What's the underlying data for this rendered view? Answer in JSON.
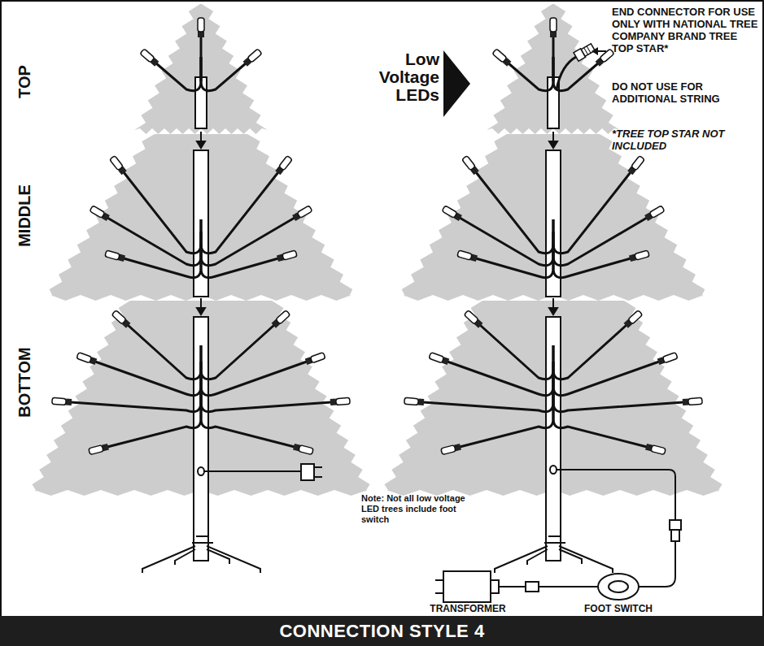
{
  "diagram": {
    "title": "CONNECTION STYLE 4",
    "labels": [
      "TOP",
      "MIDDLE",
      "BOTTOM",
      "Low Voltage LEDs",
      "END CONNECTOR FOR USE ONLY WITH NATIONAL TREE COMPANY BRAND TREE TOP STAR*",
      "DO NOT USE FOR ADDITIONAL STRING",
      "*TREE TOP STAR NOT INCLUDED",
      "Note: Not all low voltage LED trees include foot switch",
      "TRANSFORMER",
      "FOOT SWITCH"
    ]
  }
}
